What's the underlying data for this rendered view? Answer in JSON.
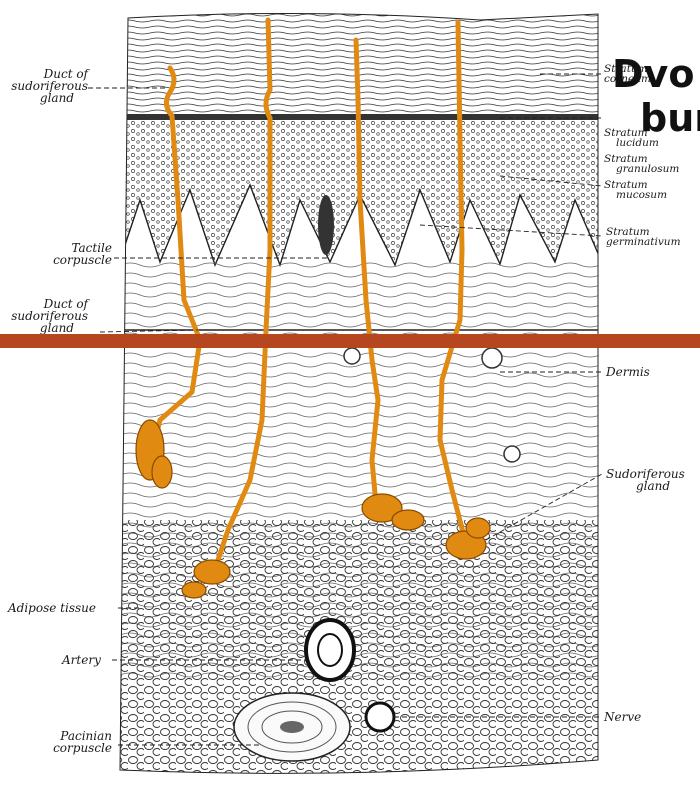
{
  "title": {
    "line1": "Dvo",
    "line2": "bur"
  },
  "labels_left": {
    "duct_top": [
      "Duct of",
      "sudoriferous",
      "gland"
    ],
    "tactile": [
      "Tactile",
      "corpuscle"
    ],
    "duct_mid": [
      "Duct of",
      "sudoriferous",
      "gland"
    ],
    "adipose": "Adipose tissue",
    "artery": "Artery",
    "pacinian": [
      "Pacinian",
      "corpuscle"
    ]
  },
  "labels_right": {
    "corneum": [
      "Stratum",
      "corneum"
    ],
    "lucidum": [
      "Stratum",
      "lucidum"
    ],
    "granulosum": [
      "Stratum",
      "granulosum"
    ],
    "mucosum": [
      "Stratum",
      "mucosum"
    ],
    "germinativum": [
      "Stratum",
      "germinativum"
    ],
    "dermis": "Dermis",
    "sudoriferous": [
      "Sudoriferous",
      "gland"
    ],
    "nerve": "Nerve"
  },
  "colors": {
    "gland": "#e08a12",
    "gland_outline": "#8a4a00",
    "ink": "#2a2a2a",
    "divider_bar": "#b5461e"
  }
}
